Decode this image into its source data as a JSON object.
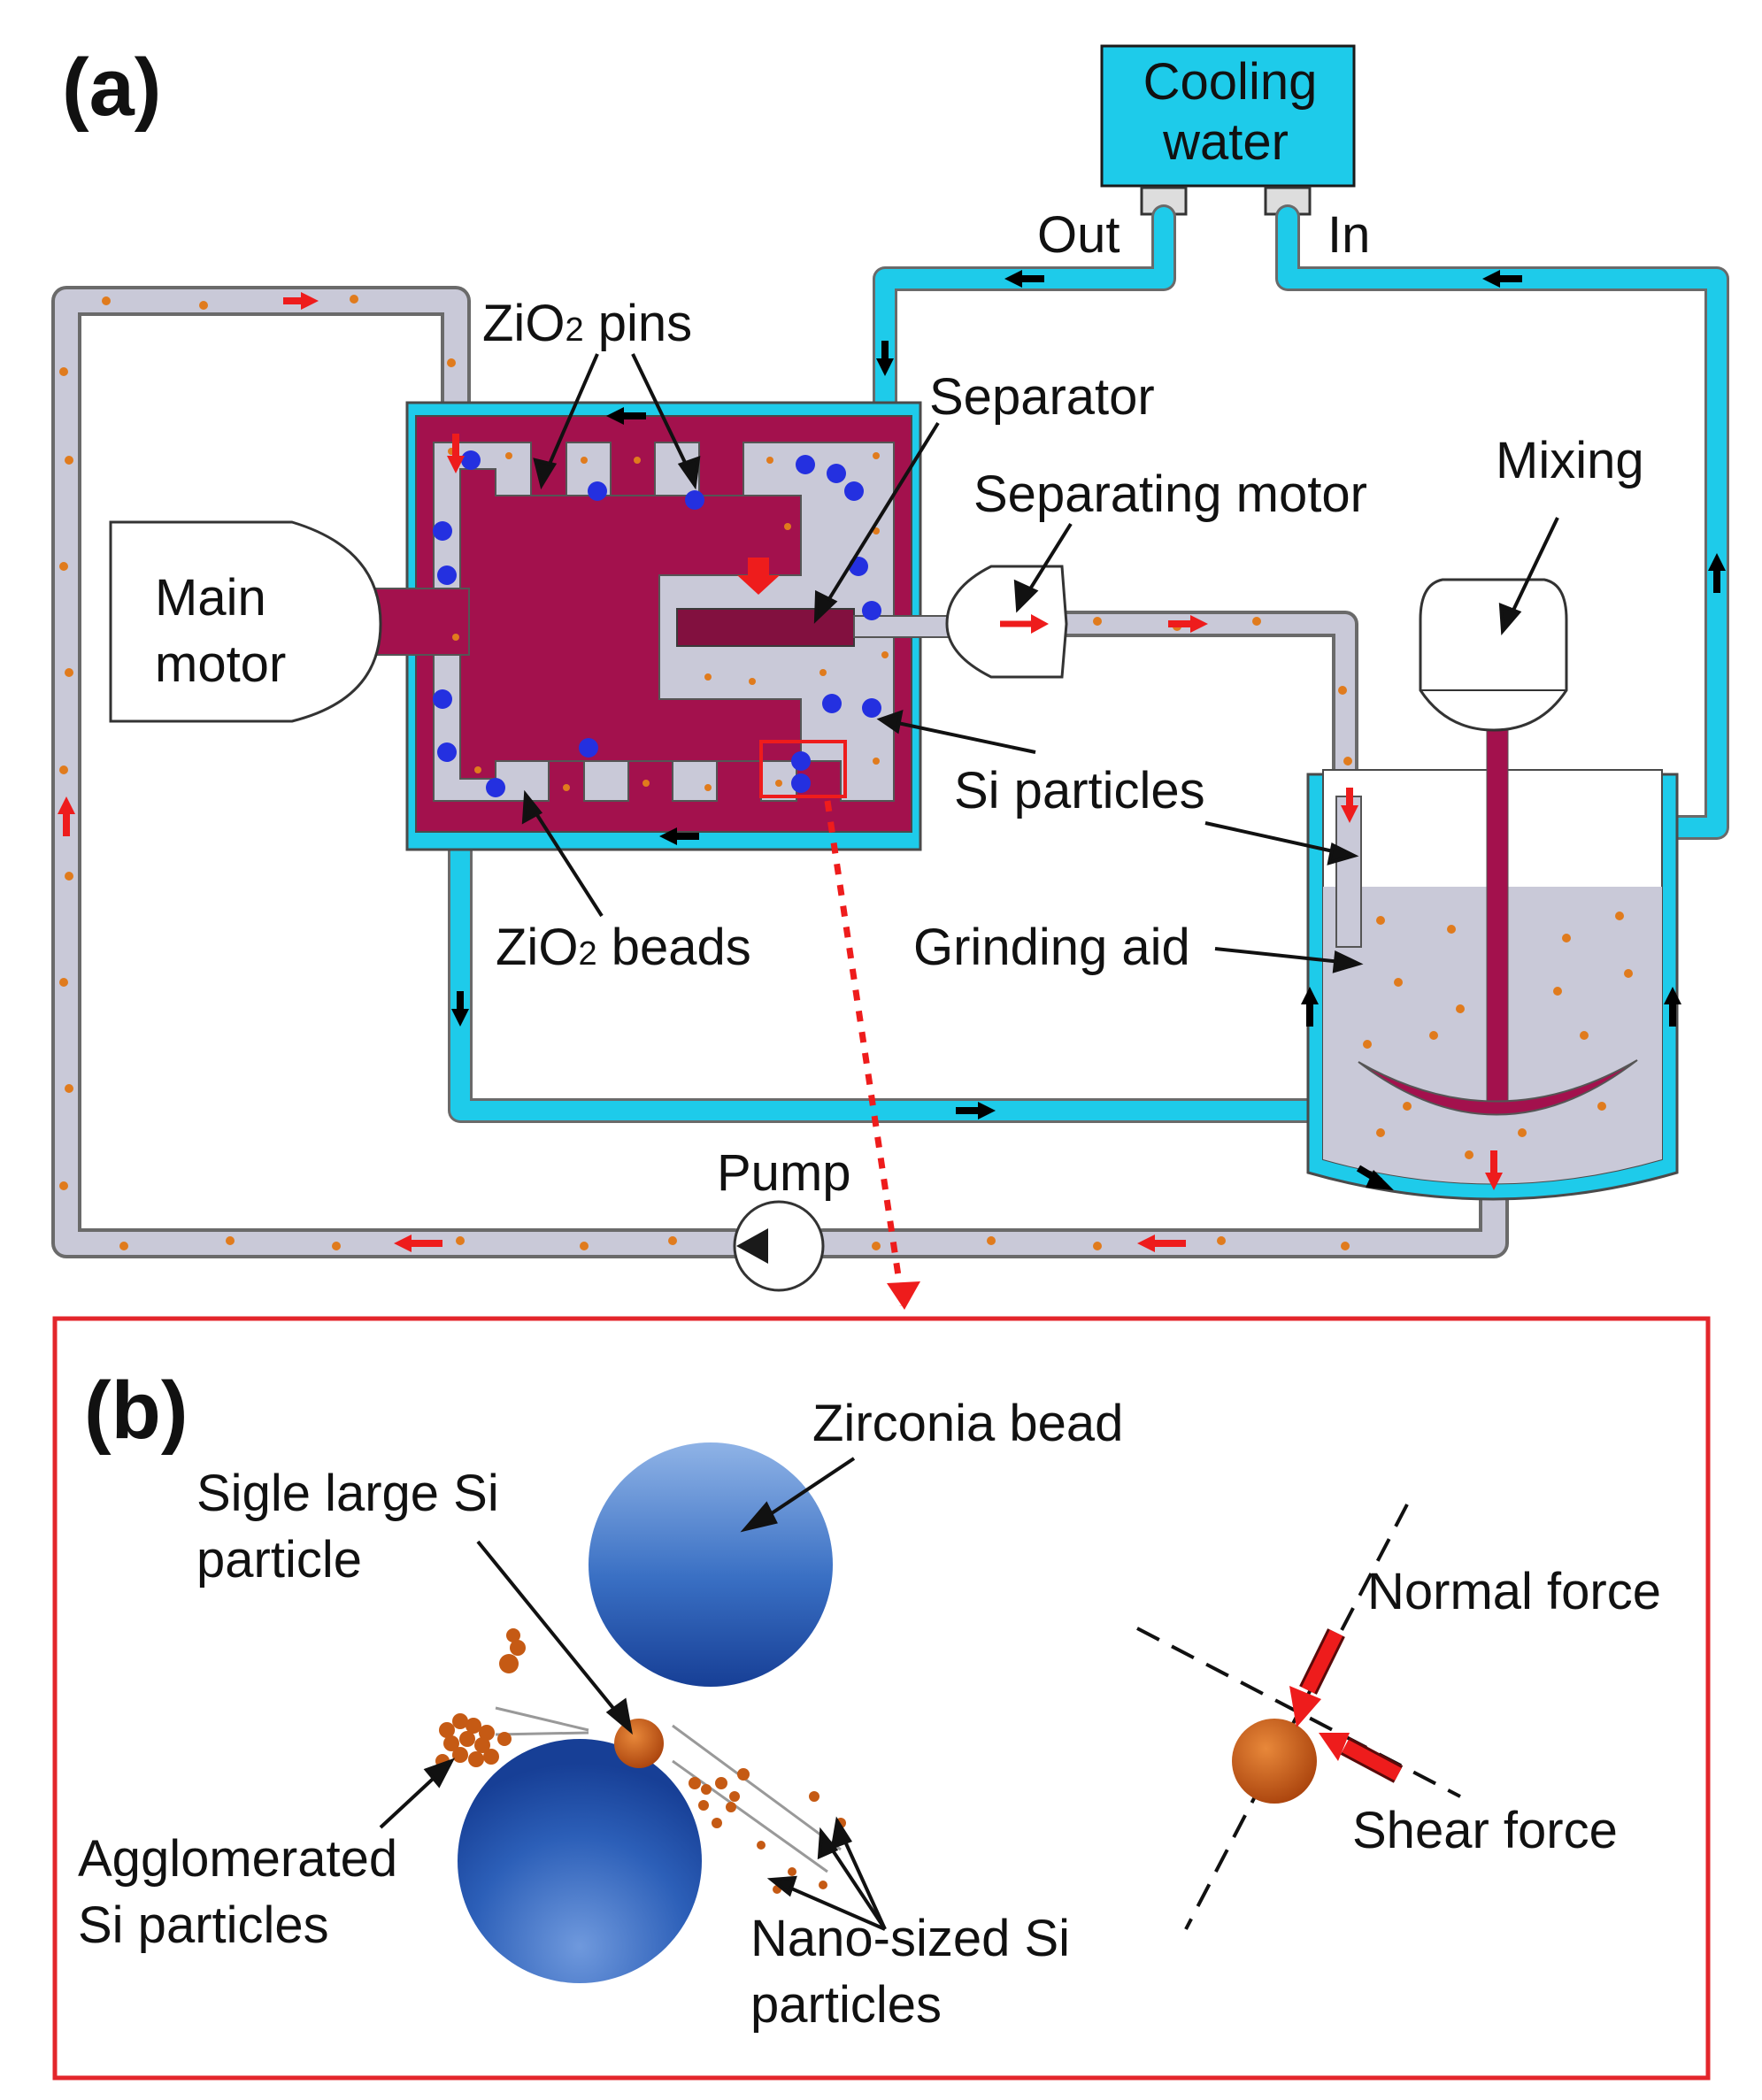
{
  "panel_a": {
    "tag": "(a)",
    "cooling_water": [
      "Cooling",
      "water"
    ],
    "out_label": "Out",
    "in_label": "In",
    "zio2_pins": {
      "pre": "ZiO",
      "sub": "2",
      "post": " pins"
    },
    "separator": "Separator",
    "separating_motor": "Separating motor",
    "mixing": "Mixing",
    "main_motor": [
      "Main",
      "motor"
    ],
    "si_particles": "Si particles",
    "zio2_beads": {
      "pre": "ZiO",
      "sub": "2",
      "post": " beads"
    },
    "grinding_aid": "Grinding aid",
    "pump": "Pump"
  },
  "panel_b": {
    "tag": "(b)",
    "zirconia_bead": "Zirconia bead",
    "single_large": [
      "Sigle large Si",
      "particle"
    ],
    "agglomerated": [
      "Agglomerated",
      "Si particles"
    ],
    "nano_sized": [
      "Nano-sized Si",
      "particles"
    ],
    "normal_force": "Normal force",
    "shear_force": "Shear force"
  },
  "colors": {
    "coolant": "#1ecbea",
    "mill_body": "#a3114d",
    "slurry": "#c9c9d8",
    "bead": "#2430e0",
    "particle": "#e07b1d",
    "flow_arrow_red": "#ee1c1c",
    "flow_arrow_black": "#000000",
    "frame_red": "#e3262b"
  }
}
